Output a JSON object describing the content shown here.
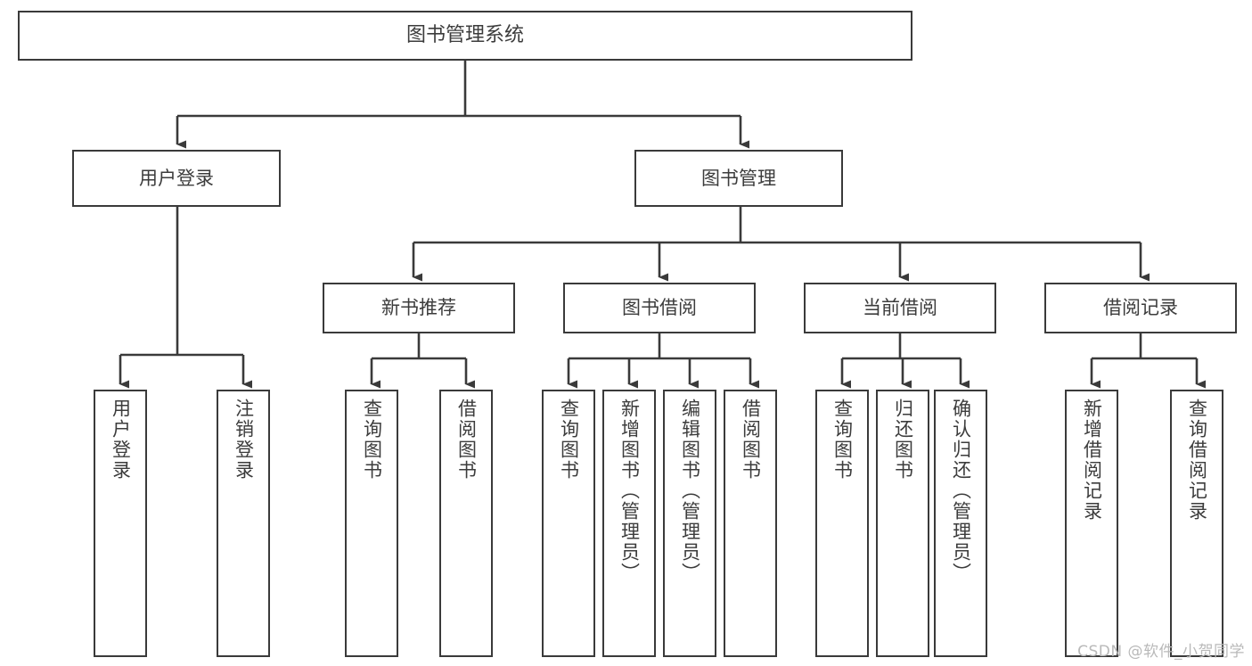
{
  "diagram": {
    "title": "图书管理系统",
    "type": "tree",
    "watermark": "CSDN @软件_小贺同学",
    "edge_color": "#3a3a3a",
    "node_border_color": "#3a3a3a",
    "node_fill_color": "#ffffff",
    "text_color": "#3c3c3c"
  },
  "nodes": {
    "root": {
      "label": "图书管理系统",
      "level": 1
    },
    "level2": [
      {
        "id": "user-login",
        "label": "用户登录"
      },
      {
        "id": "book-manage",
        "label": "图书管理"
      }
    ],
    "level3": [
      {
        "id": "new-book-recommend",
        "label": "新书推荐"
      },
      {
        "id": "book-borrow",
        "label": "图书借阅"
      },
      {
        "id": "current-borrow",
        "label": "当前借阅"
      },
      {
        "id": "borrow-record",
        "label": "借阅记录"
      }
    ],
    "leaves": {
      "user-login": [
        {
          "id": "leaf-user-login",
          "label": "用户登录"
        },
        {
          "id": "leaf-logout-login",
          "label": "注销登录"
        }
      ],
      "new-book-recommend": [
        {
          "id": "leaf-query-book-1",
          "label": "查询图书"
        },
        {
          "id": "leaf-borrow-book-1",
          "label": "借阅图书"
        }
      ],
      "book-borrow": [
        {
          "id": "leaf-query-book-2",
          "label": "查询图书"
        },
        {
          "id": "leaf-add-book",
          "label": "新增图书（管理员）"
        },
        {
          "id": "leaf-edit-book",
          "label": "编辑图书（管理员）"
        },
        {
          "id": "leaf-borrow-book-2",
          "label": "借阅图书"
        }
      ],
      "current-borrow": [
        {
          "id": "leaf-query-book-3",
          "label": "查询图书"
        },
        {
          "id": "leaf-return-book",
          "label": "归还图书"
        },
        {
          "id": "leaf-confirm-return",
          "label": "确认归还（管理员）"
        }
      ],
      "borrow-record": [
        {
          "id": "leaf-add-record",
          "label": "新增借阅记录"
        },
        {
          "id": "leaf-query-record",
          "label": "查询借阅记录"
        }
      ]
    }
  }
}
